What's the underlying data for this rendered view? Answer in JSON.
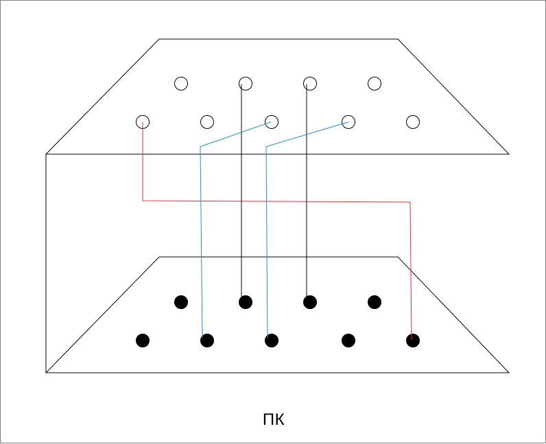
{
  "diagram": {
    "caption": "ПК",
    "colors": {
      "outline": "#000000",
      "wire_black": "#000000",
      "wire_blue": "#1f8fd6",
      "wire_red": "#e03030",
      "socket_fill_top": "#ffffff",
      "socket_fill_bottom": "#000000"
    },
    "connectors": [
      {
        "name": "top-connector",
        "pin_style": "hollow",
        "rows": [
          4,
          5
        ]
      },
      {
        "name": "bottom-connector",
        "pin_style": "filled",
        "rows": [
          4,
          5
        ]
      }
    ],
    "wires": [
      {
        "color": "red",
        "from_pin": "row2-pin1",
        "to_pin": "row2-pin5"
      },
      {
        "color": "black",
        "from_pin": "row1-pin2",
        "to_pin": "row1-pin2"
      },
      {
        "color": "black",
        "from_pin": "row1-pin3",
        "to_pin": "row1-pin3"
      },
      {
        "color": "blue",
        "from_pin": "row2-pin3",
        "to_pin": "row2-pin2"
      },
      {
        "color": "blue",
        "from_pin": "row2-pin4",
        "to_pin": "row2-pin3"
      }
    ]
  }
}
